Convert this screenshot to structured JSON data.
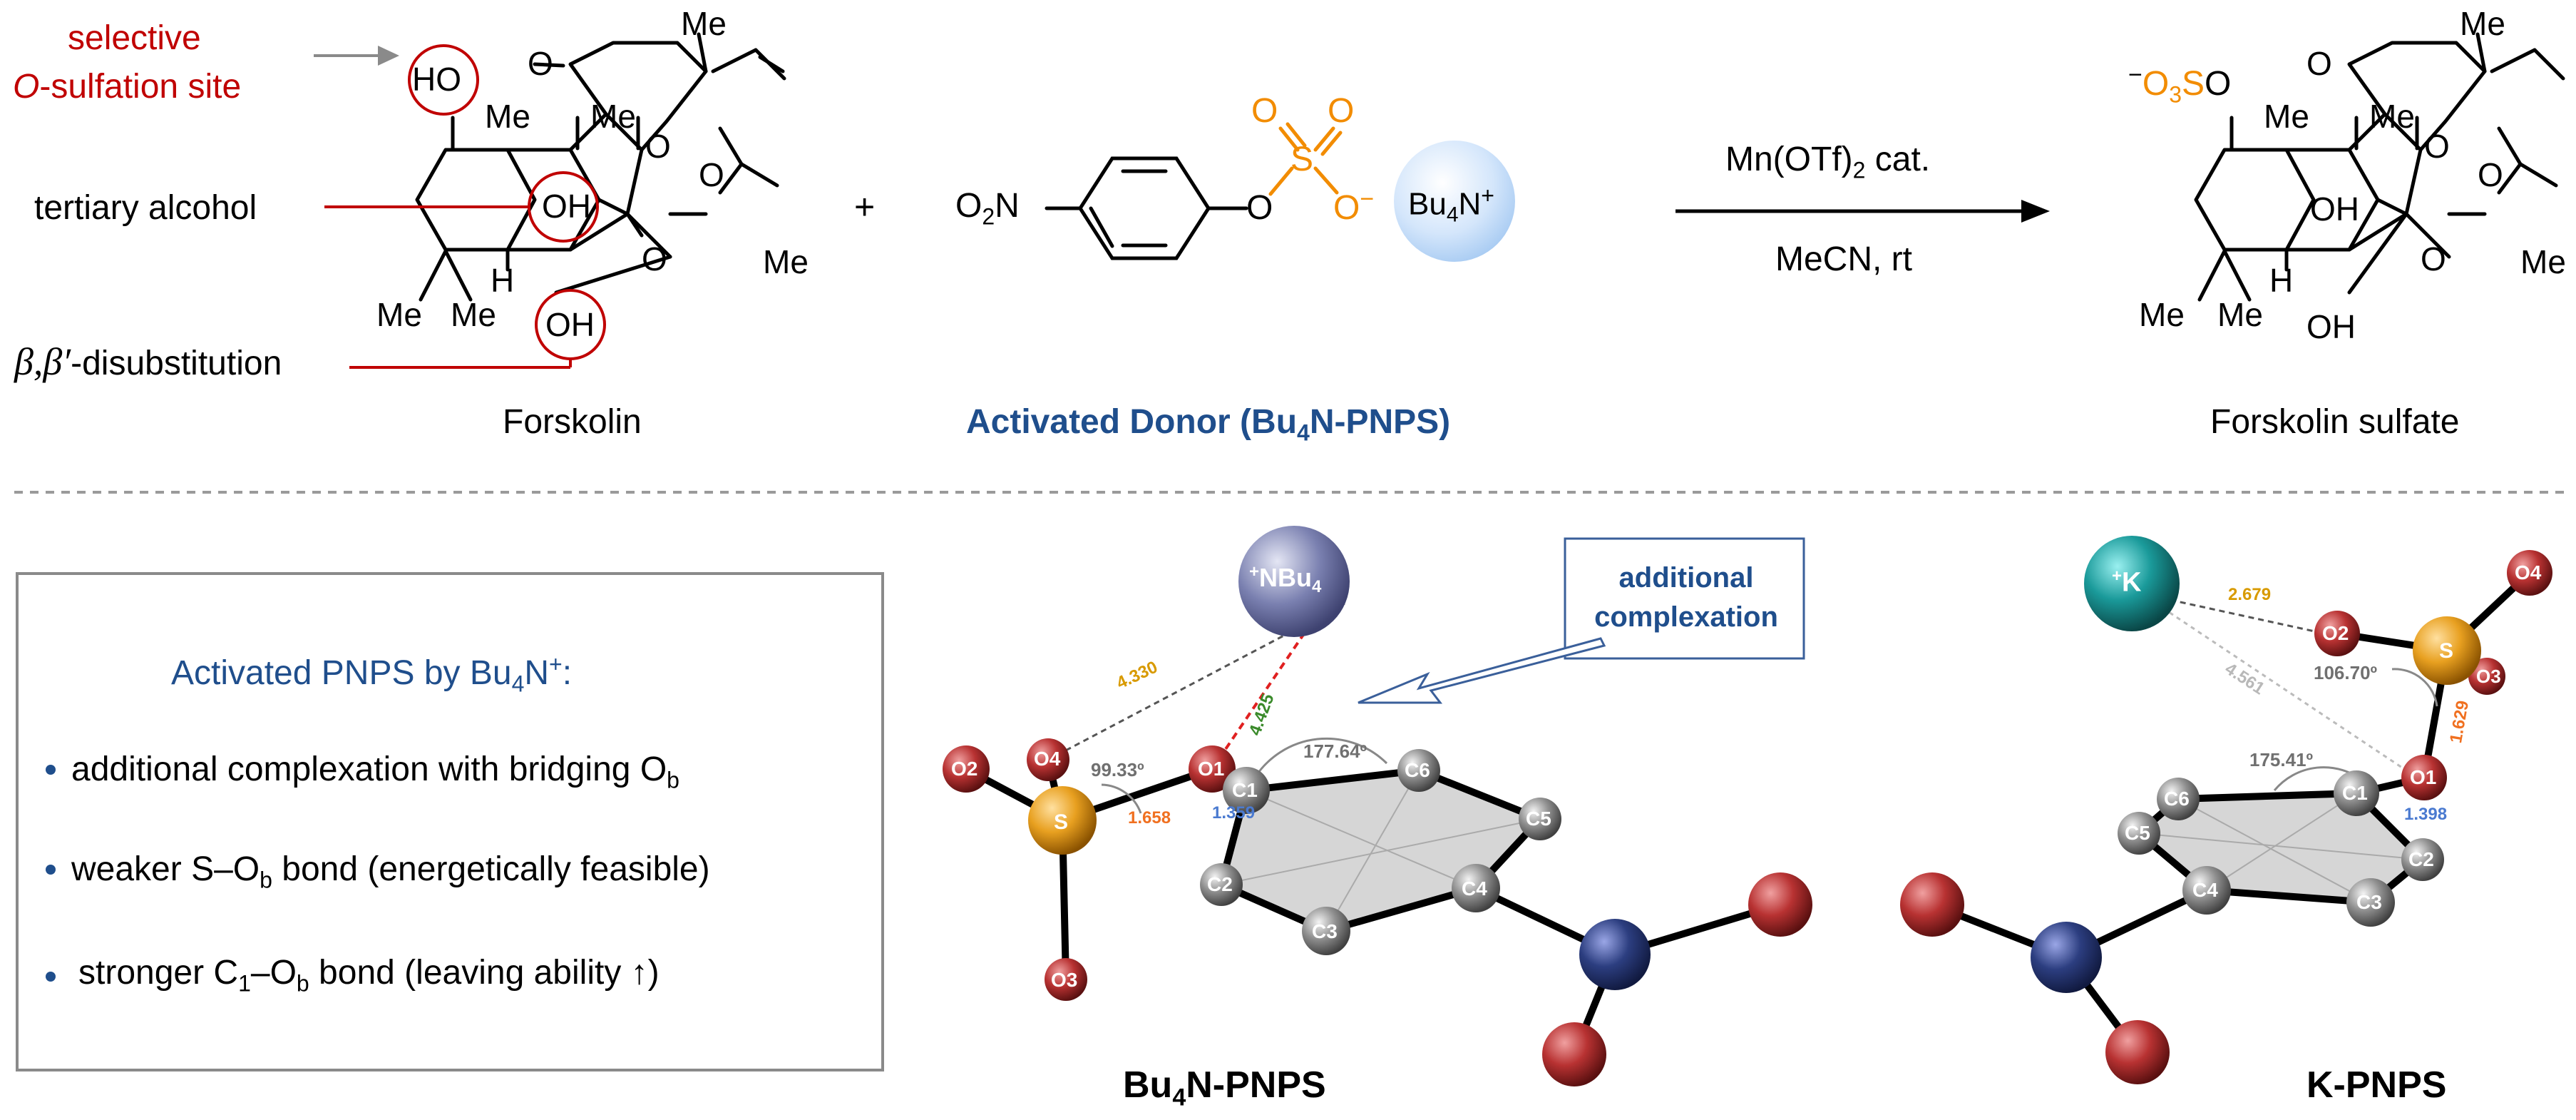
{
  "scheme": {
    "forskolin_label": "Forskolin",
    "donor_label": "Activated Donor (Bu",
    "donor_sub": "4",
    "donor_label_end": "N-PNPS)",
    "product_label": "Forskolin sulfate",
    "plus": "+",
    "annotations": {
      "sulfation_line1": "selective",
      "sulfation_line2_italic": "O",
      "sulfation_line2": "-sulfation site",
      "tertiary": "tertiary alcohol",
      "beta_italic": "β,β′",
      "beta_rest": "-disubstitution"
    },
    "conditions_top": "Mn(OTf)",
    "conditions_top_sub": "2",
    "conditions_top_end": " cat.",
    "conditions_bottom": "MeCN, rt",
    "atoms": {
      "HO": "HO",
      "OH": "OH",
      "H": "H",
      "O": "O",
      "Me": "Me",
      "O2N_O": "O",
      "O2N_sub": "2",
      "O2N_N": "N",
      "S": "S",
      "minus": "−",
      "Bu4N": "Bu",
      "Bu4N_sub": "4",
      "Bu4N_N": "N",
      "plus": "+",
      "O3S_O": "O",
      "O3S_sub": "3",
      "O3S_S": "S"
    }
  },
  "info_box": {
    "title": "Activated PNPS by Bu",
    "title_sub": "4",
    "title_end": "N",
    "title_sup": "+",
    "title_colon": ":",
    "items": [
      {
        "text": "additional complexation with bridging O",
        "sub": "b",
        "end": ""
      },
      {
        "text": "weaker S–O",
        "sub": "b",
        "end": " bond (energetically feasible)"
      },
      {
        "text": "stronger C",
        "sub": "1",
        "mid": "–O",
        "sub2": "b",
        "end": " bond (leaving ability ",
        "arrow": "↑",
        "close": ")"
      }
    ]
  },
  "callout": {
    "line1": "additional",
    "line2": "complexation"
  },
  "bu4n_structure": {
    "label": "Bu",
    "label_sub": "4",
    "label_end": "N-PNPS",
    "cation": "NBu",
    "cation_sub": "4",
    "cation_sup": "+",
    "atoms": {
      "O1": "O1",
      "O2": "O2",
      "O3": "O3",
      "O4": "O4",
      "S": "S",
      "C1": "C1",
      "C2": "C2",
      "C3": "C3",
      "C4": "C4",
      "C5": "C5",
      "C6": "C6"
    },
    "distances": {
      "d1": "4.330",
      "d2": "4.425",
      "d3": "1.658",
      "d4": "1.359"
    },
    "angles": {
      "a1": "99.33º",
      "a2": "177.64º"
    }
  },
  "k_structure": {
    "label": "K-PNPS",
    "cation": "K",
    "cation_sup": "+",
    "atoms": {
      "O1": "O1",
      "O2": "O2",
      "O3": "O3",
      "O4": "O4",
      "S": "S",
      "C1": "C1",
      "C2": "C2",
      "C3": "C3",
      "C4": "C4",
      "C5": "C5",
      "C6": "C6"
    },
    "distances": {
      "d1": "2.679",
      "d2": "4.561",
      "d3": "1.629",
      "d4": "1.398"
    },
    "angles": {
      "a1": "106.70º",
      "a2": "175.41º"
    }
  },
  "colors": {
    "annotation_red": "#c00000",
    "label_blue": "#1f4e8c",
    "sulfate_orange": "#f28c00",
    "oxygen": "#b83232",
    "nitrogen": "#2c3e80",
    "sulfur": "#e8a020",
    "carbon": "#8f8f8f",
    "potassium": "#1a9a9a",
    "nbu4": "#7a80b0"
  }
}
